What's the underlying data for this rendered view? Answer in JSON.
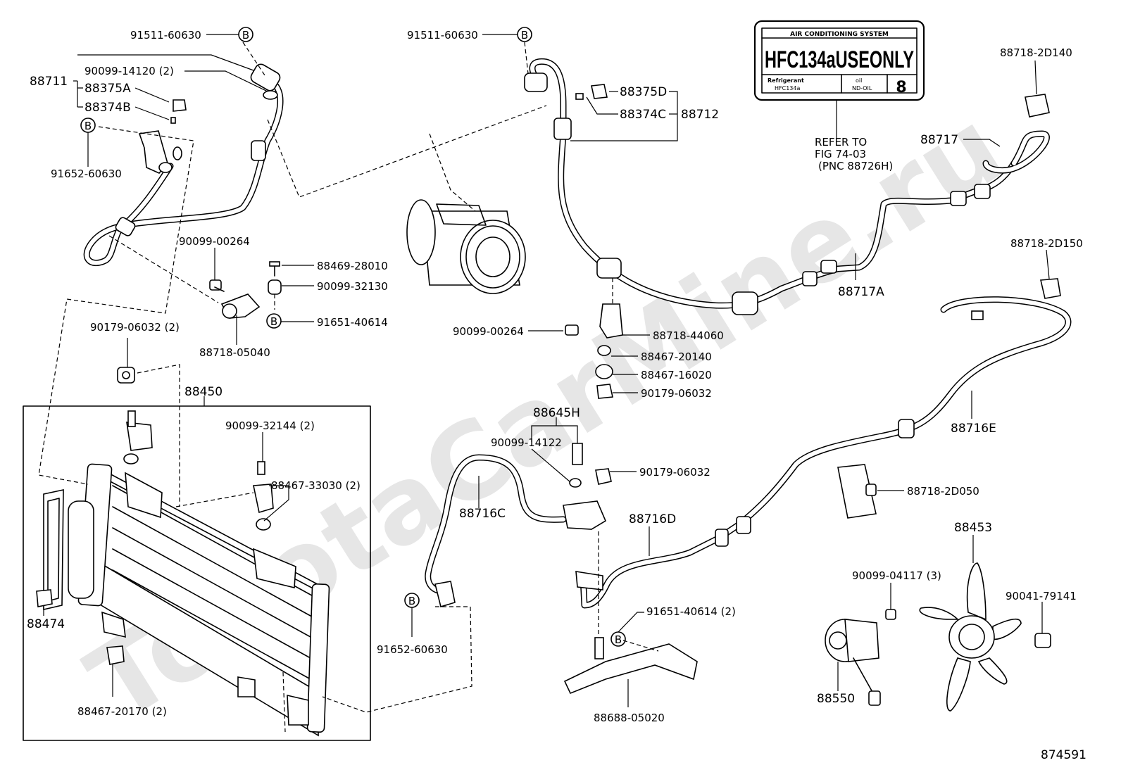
{
  "watermark": "ToyotaCarMine.ru",
  "figure_id": "874591",
  "refrigerant_label": {
    "header": "AIR CONDITIONING SYSTEM",
    "main": "HFC134aUSEONLY",
    "refrigerant_title": "Refrigerant",
    "refrigerant_value": "HFC134a",
    "oil_title": "oil",
    "oil_value": "ND-OIL",
    "oil_number": "8"
  },
  "refer_note": [
    "REFER TO",
    "FIG 74-03",
    "(PNC 88726H)"
  ],
  "bubble_letter": "B",
  "parts": {
    "p91511_left": "91511-60630",
    "p88711": "88711",
    "p90099_14120": "90099-14120 (2)",
    "p88375A": "88375A",
    "p88374B": "88374B",
    "p91652_left": "91652-60630",
    "p90099_00264_left": "90099-00264",
    "p88469": "88469-28010",
    "p90099_32130": "90099-32130",
    "p91651_40614": "91651-40614",
    "p88718_05040": "88718-05040",
    "p90179_06032_2": "90179-06032 (2)",
    "p88450": "88450",
    "p90099_32144": "90099-32144 (2)",
    "p88467_33030": "88467-33030 (2)",
    "p88474": "88474",
    "p88467_20170": "88467-20170 (2)",
    "p91511_center": "91511-60630",
    "p88375D": "88375D",
    "p88374C": "88374C",
    "p88712": "88712",
    "p90099_00264_center": "90099-00264",
    "p88718_44060": "88718-44060",
    "p88467_20140": "88467-20140",
    "p88467_16020": "88467-16020",
    "p90179_06032_a": "90179-06032",
    "p88645H": "88645H",
    "p90099_14122": "90099-14122",
    "p90179_06032_b": "90179-06032",
    "p88716C": "88716C",
    "p88716D": "88716D",
    "p91652_center": "91652-60630",
    "p91651_40614_2": "91651-40614 (2)",
    "p88688": "88688-05020",
    "p88718_2D140": "88718-2D140",
    "p88717": "88717",
    "p88717A": "88717A",
    "p88718_2D150": "88718-2D150",
    "p88716E": "88716E",
    "p88718_2D050": "88718-2D050",
    "p88453": "88453",
    "p90099_04117": "90099-04117 (3)",
    "p90041_79141": "90041-79141",
    "p88550": "88550"
  }
}
